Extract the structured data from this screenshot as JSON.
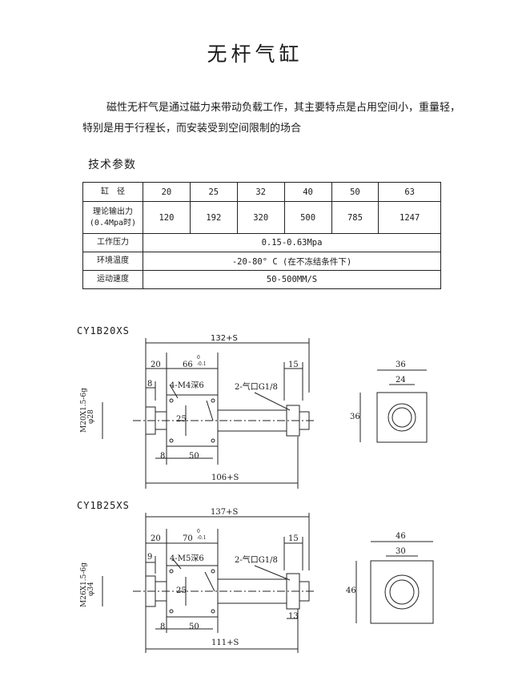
{
  "title": "无杆气缸",
  "intro": "磁性无杆气是通过磁力来带动负载工作，其主要特点是占用空间小，重量轻，特别是用于行程长，而安装受到空间限制的场合",
  "section_title": "技术参数",
  "spec_table": {
    "bore_label": "缸　径",
    "bores": [
      "20",
      "25",
      "32",
      "40",
      "50",
      "63"
    ],
    "force_label_1": "理论输出力",
    "force_label_2": "(0.4Mpa时)",
    "forces": [
      "120",
      "192",
      "320",
      "500",
      "785",
      "1247"
    ],
    "pressure_label": "工作压力",
    "pressure_value": "0.15-0.63Mpa",
    "temp_label": "环境温度",
    "temp_value": "-20-80° C (在不冻结条件下)",
    "speed_label": "运动速度",
    "speed_value": "50-500MM/S"
  },
  "drawing1": {
    "model": "CY1B20XS",
    "overall": "132+S",
    "dim_20": "20",
    "dim_66": "66",
    "tol_upper": "0",
    "tol_lower": "-0.1",
    "dim_15": "15",
    "dim_8": "8",
    "dim_25": "25",
    "dim_50": "50",
    "body": "106+S",
    "thread": "4-M4深6",
    "port": "2-气口G1/8",
    "dia": "φ28",
    "end_thread": "M20X1.5-6g",
    "side_w": "36",
    "side_inner": "24",
    "side_h": "36"
  },
  "drawing2": {
    "model": "CY1B25XS",
    "overall": "137+S",
    "dim_20": "20",
    "dim_70": "70",
    "tol_upper": "0",
    "tol_lower": "-0.1",
    "dim_15": "15",
    "dim_9": "9",
    "dim_25": "25",
    "dim_8": "8",
    "dim_50": "50",
    "dim_13": "13",
    "body": "111+S",
    "thread": "4-M5深6",
    "port": "2-气口G1/8",
    "dia": "φ34",
    "end_thread": "M26X1.5-6g",
    "side_w": "46",
    "side_inner": "30",
    "side_h": "46"
  }
}
